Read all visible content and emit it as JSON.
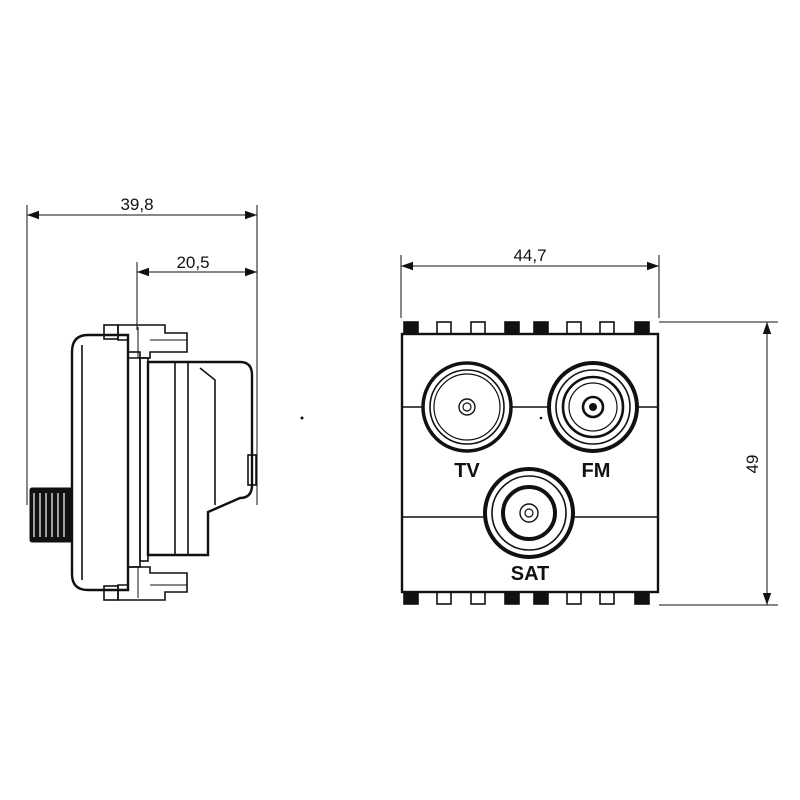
{
  "side_view": {
    "overall_depth": "39,8",
    "rear_depth": "20,5"
  },
  "front_view": {
    "width": "44,7",
    "height": "49",
    "ports": [
      {
        "label": "TV"
      },
      {
        "label": "FM"
      },
      {
        "label": "SAT"
      }
    ]
  },
  "colors": {
    "line": "#111111",
    "background": "#ffffff"
  }
}
